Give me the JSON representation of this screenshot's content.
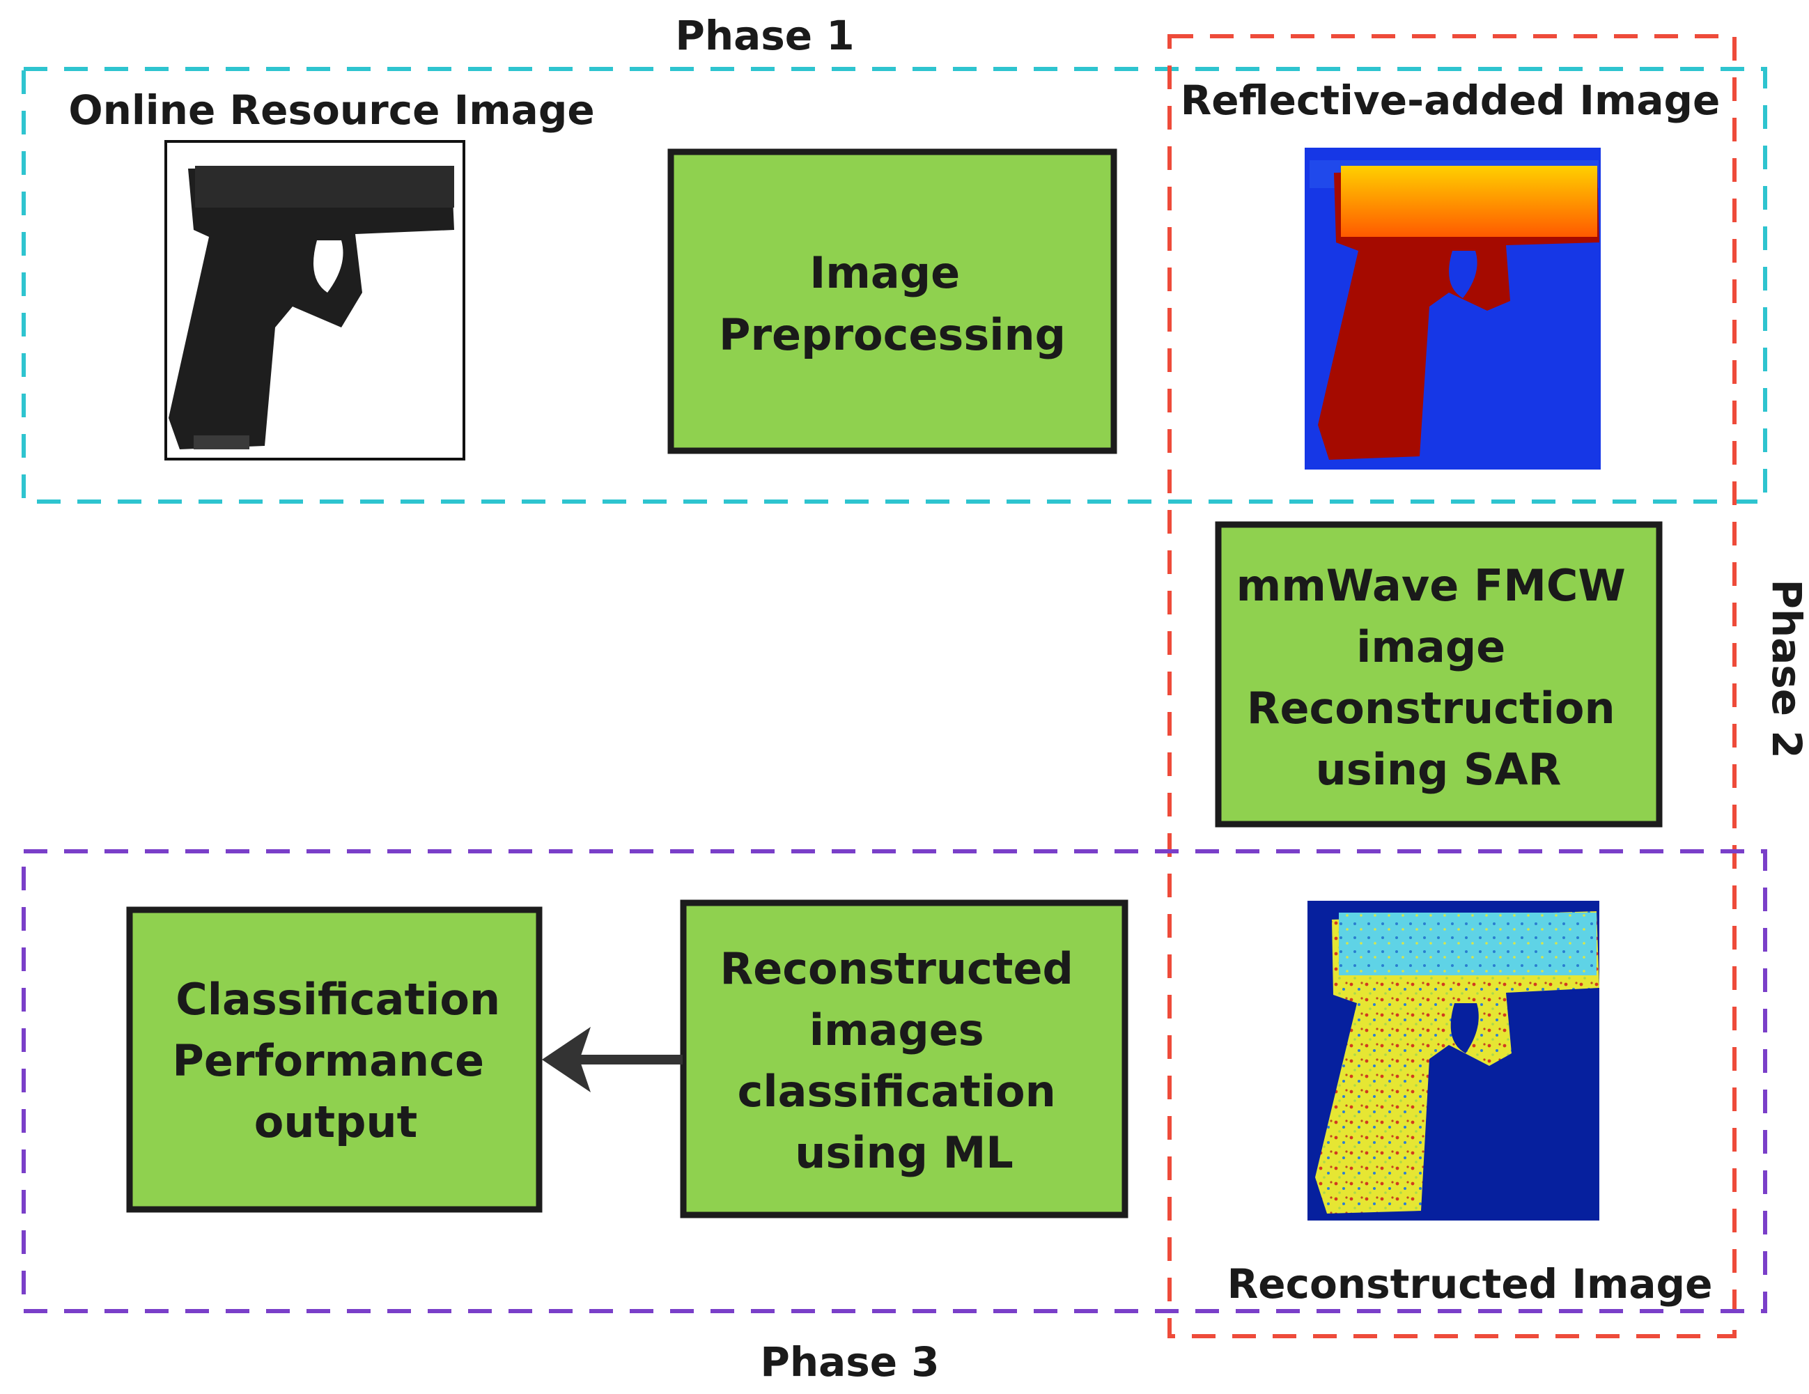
{
  "phases": {
    "phase1_label": "Phase 1",
    "phase2_label": "Phase 2",
    "phase3_label": "Phase 3"
  },
  "captions": {
    "online_resource": "Online Resource Image",
    "reflective_added": "Reflective-added Image",
    "reconstructed": "Reconstructed Image"
  },
  "boxes": {
    "preprocessing": [
      "Image",
      "Preprocessing"
    ],
    "fmcw": [
      "mmWave FMCW",
      "image",
      "Reconstruction",
      "using SAR"
    ],
    "classification_ml": [
      "Reconstructed",
      "images",
      "classification",
      "using ML"
    ],
    "performance": [
      "Classification",
      "Performance",
      "output"
    ]
  },
  "colors": {
    "phase1": "#2ec4cf",
    "phase2": "#ee4b3a",
    "phase3": "#7a3fc9",
    "box_fill": "#8fd14f"
  },
  "icons": {
    "pistol_photo": "pistol-photo-icon",
    "heatmap_reflective": "pistol-heatmap-icon",
    "heatmap_reconstructed": "pistol-reconstructed-heatmap-icon"
  }
}
